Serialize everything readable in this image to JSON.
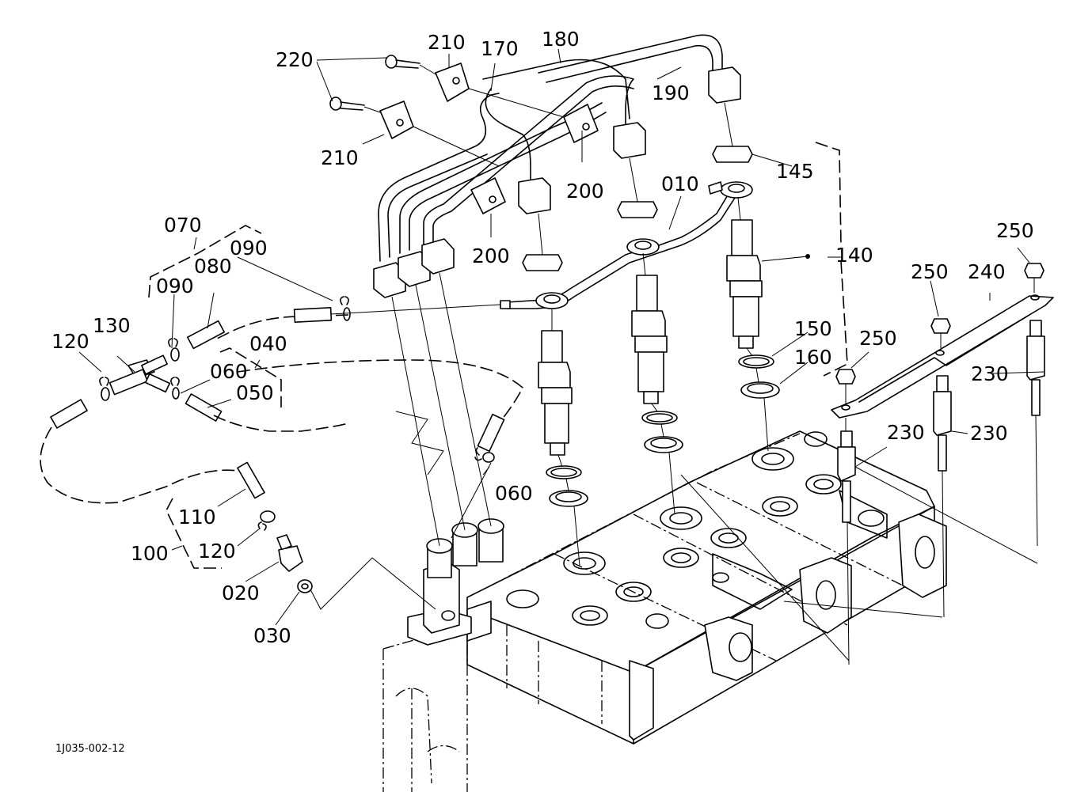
{
  "diagram": {
    "title": "Fuel injection nozzle, injection pipes and glow plug assembly (exploded view)",
    "reference_code": "1J035-002-12",
    "callouts": [
      {
        "id": "220",
        "label": "220"
      },
      {
        "id": "210a",
        "label": "210"
      },
      {
        "id": "210b",
        "label": "210"
      },
      {
        "id": "170",
        "label": "170"
      },
      {
        "id": "180",
        "label": "180"
      },
      {
        "id": "190",
        "label": "190"
      },
      {
        "id": "200a",
        "label": "200"
      },
      {
        "id": "200b",
        "label": "200"
      },
      {
        "id": "145",
        "label": "145"
      },
      {
        "id": "010",
        "label": "010"
      },
      {
        "id": "140",
        "label": "140"
      },
      {
        "id": "150",
        "label": "150"
      },
      {
        "id": "160",
        "label": "160"
      },
      {
        "id": "070",
        "label": "070"
      },
      {
        "id": "090a",
        "label": "090"
      },
      {
        "id": "090b",
        "label": "090"
      },
      {
        "id": "080",
        "label": "080"
      },
      {
        "id": "130",
        "label": "130"
      },
      {
        "id": "120a",
        "label": "120"
      },
      {
        "id": "040",
        "label": "040"
      },
      {
        "id": "060a",
        "label": "060"
      },
      {
        "id": "050",
        "label": "050"
      },
      {
        "id": "060b",
        "label": "060"
      },
      {
        "id": "110",
        "label": "110"
      },
      {
        "id": "100",
        "label": "100"
      },
      {
        "id": "120b",
        "label": "120"
      },
      {
        "id": "020",
        "label": "020"
      },
      {
        "id": "030",
        "label": "030"
      },
      {
        "id": "250a",
        "label": "250"
      },
      {
        "id": "250b",
        "label": "250"
      },
      {
        "id": "250c",
        "label": "250"
      },
      {
        "id": "240",
        "label": "240"
      },
      {
        "id": "230a",
        "label": "230"
      },
      {
        "id": "230b",
        "label": "230"
      },
      {
        "id": "230c",
        "label": "230"
      }
    ]
  }
}
